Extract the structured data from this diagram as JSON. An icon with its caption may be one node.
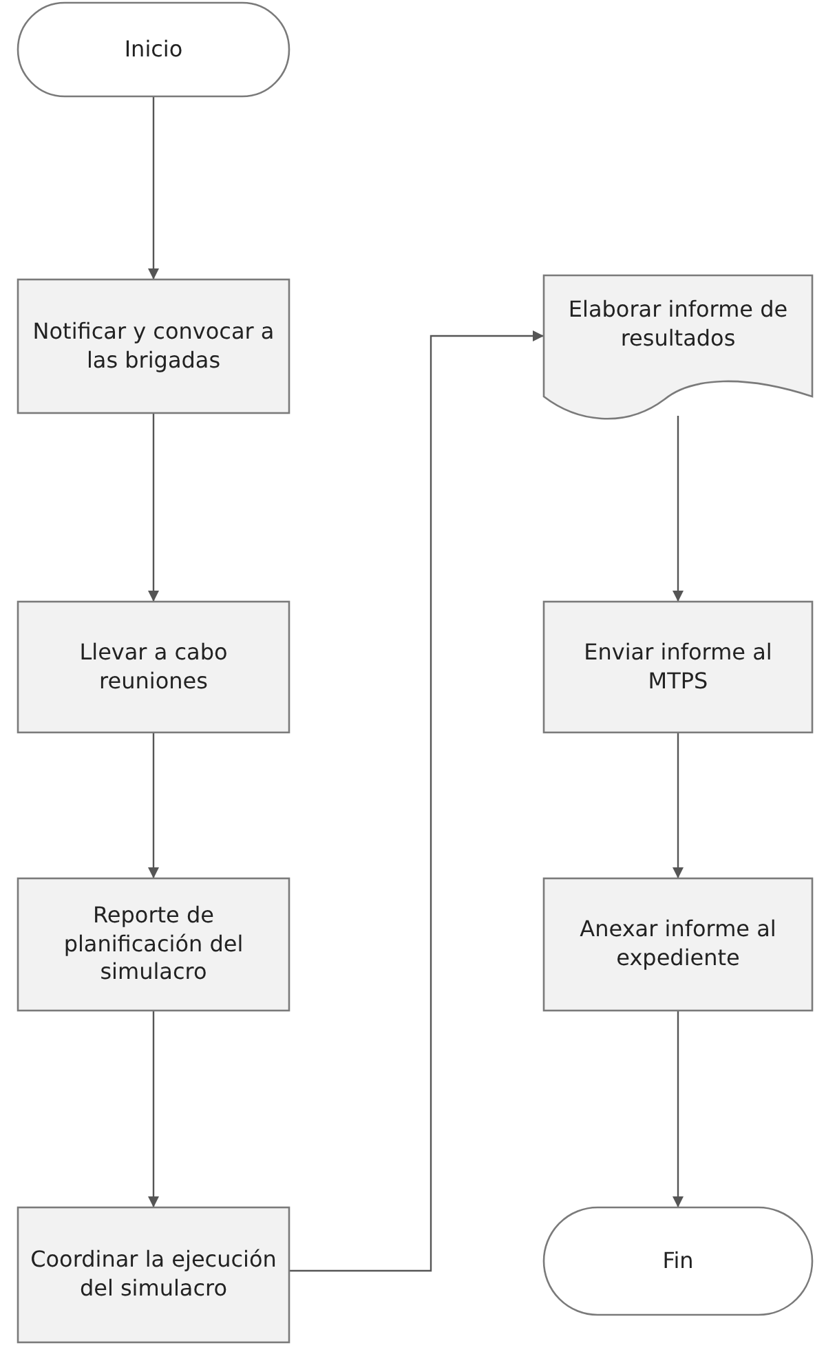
{
  "diagram": {
    "nodes": [
      {
        "text": [
          "Inicio"
        ]
      },
      {
        "text": [
          "Notificar y convocar a las brigadas"
        ]
      },
      {
        "text": [
          "Llevar a cabo reuniones"
        ]
      },
      {
        "text": [
          "Reporte de planificación del simulacro"
        ]
      },
      {
        "text": [
          "Coordinar la ejecución del simulacro"
        ]
      },
      {
        "text": [
          "Elaborar informe de resultados"
        ]
      },
      {
        "text": [
          "Enviar informe al MTPS"
        ]
      },
      {
        "text": [
          "Anexar informe al expediente"
        ]
      },
      {
        "text": [
          "Fin"
        ]
      }
    ],
    "edges": [
      {
        "from": 0,
        "to": 1,
        "arrow": "to"
      },
      {
        "from": 1,
        "to": 2,
        "arrow": "to"
      },
      {
        "from": 2,
        "to": 3,
        "arrow": "to"
      },
      {
        "from": 3,
        "to": 4,
        "arrow": "to"
      },
      {
        "from": 4,
        "to": 5,
        "arrow": "to"
      },
      {
        "from": 5,
        "to": 6,
        "arrow": "to"
      },
      {
        "from": 6,
        "to": 7,
        "arrow": "to"
      },
      {
        "from": 7,
        "to": 8,
        "arrow": "to"
      }
    ]
  }
}
